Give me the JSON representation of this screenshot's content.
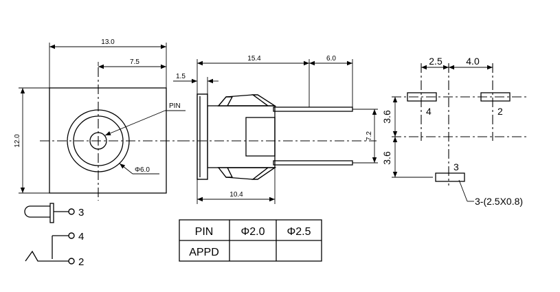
{
  "front_view": {
    "width_dim": "13.0",
    "offset_dim": "7.5",
    "height_dim": "12.0",
    "pin_label": "PIN",
    "hole_dim": "Φ6.0"
  },
  "side_view": {
    "length_dim": "15.4",
    "pin_len_dim": "6.0",
    "flange_dim": "1.5",
    "body_dim": "10.4",
    "pin_span_dim": "7.2"
  },
  "footprint": {
    "spacing_a": "2.5",
    "spacing_b": "4.0",
    "row_a": "3.6",
    "row_b": "3.6",
    "pad_4": "4",
    "pad_2": "2",
    "pad_3": "3",
    "slot_note": "3-(2.5X0.8)"
  },
  "schematic": {
    "pin_3": "3",
    "pin_4": "4",
    "pin_2": "2"
  },
  "table": {
    "header": [
      "PIN",
      "Φ2.0",
      "Φ2.5"
    ],
    "row_label": "APPD",
    "row_cells": [
      "",
      ""
    ]
  }
}
